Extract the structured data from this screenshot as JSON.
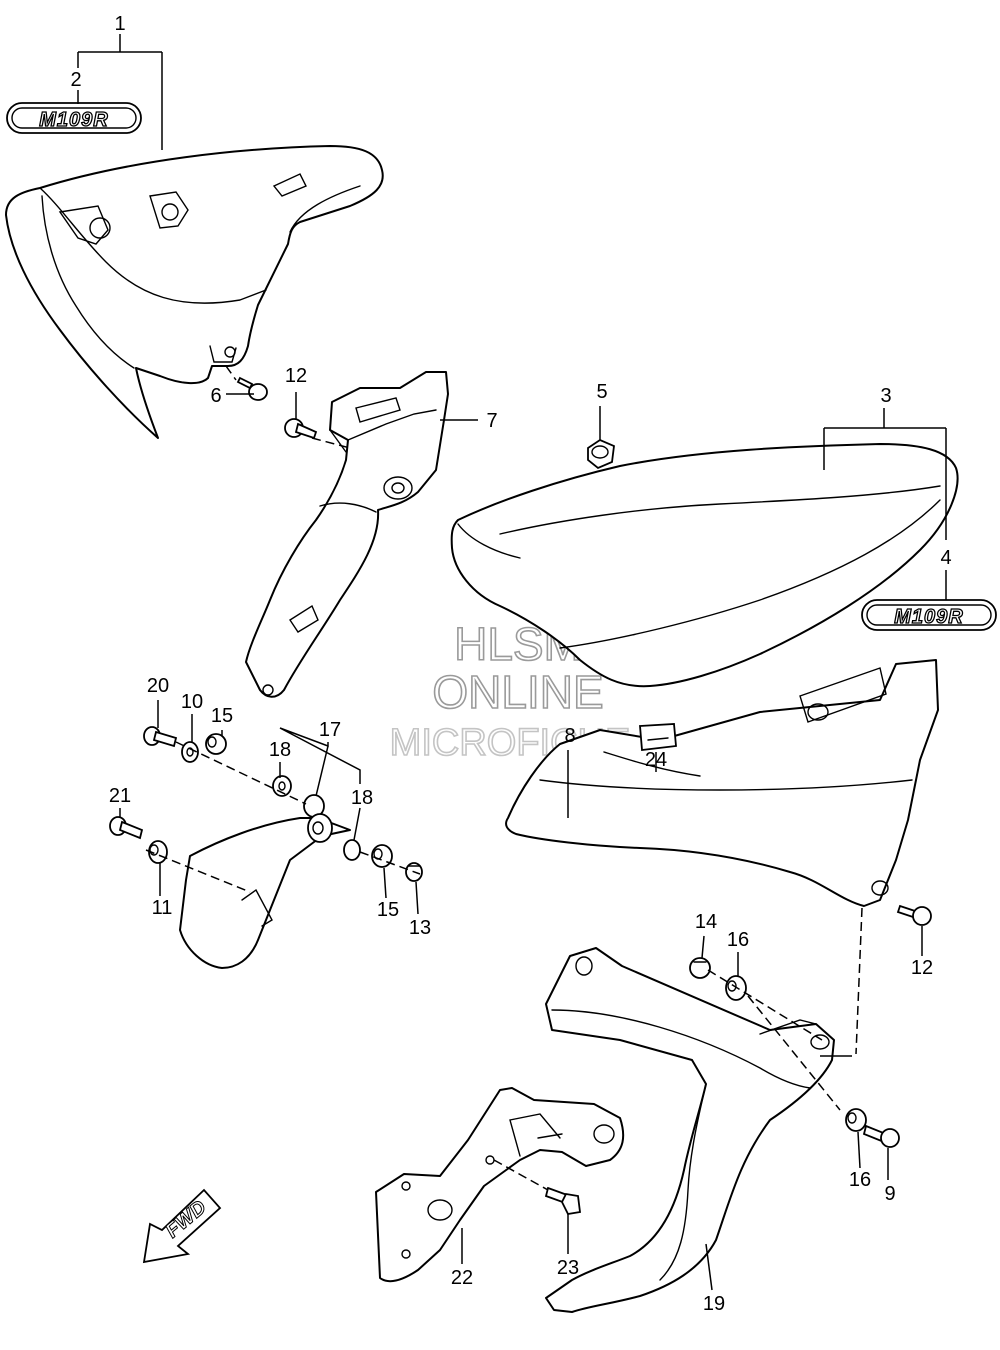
{
  "callouts": [
    {
      "id": "c1",
      "label": "1"
    },
    {
      "id": "c2",
      "label": "2"
    },
    {
      "id": "c3",
      "label": "3"
    },
    {
      "id": "c4",
      "label": "4"
    },
    {
      "id": "c5",
      "label": "5"
    },
    {
      "id": "c6",
      "label": "6"
    },
    {
      "id": "c7",
      "label": "7"
    },
    {
      "id": "c8",
      "label": "8"
    },
    {
      "id": "c9",
      "label": "9"
    },
    {
      "id": "c10",
      "label": "10"
    },
    {
      "id": "c11",
      "label": "11"
    },
    {
      "id": "c12a",
      "label": "12"
    },
    {
      "id": "c12b",
      "label": "12"
    },
    {
      "id": "c13",
      "label": "13"
    },
    {
      "id": "c14",
      "label": "14"
    },
    {
      "id": "c15a",
      "label": "15"
    },
    {
      "id": "c15b",
      "label": "15"
    },
    {
      "id": "c16a",
      "label": "16"
    },
    {
      "id": "c16b",
      "label": "16"
    },
    {
      "id": "c17",
      "label": "17"
    },
    {
      "id": "c18a",
      "label": "18"
    },
    {
      "id": "c18b",
      "label": "18"
    },
    {
      "id": "c19",
      "label": "19"
    },
    {
      "id": "c20",
      "label": "20"
    },
    {
      "id": "c21",
      "label": "21"
    },
    {
      "id": "c22",
      "label": "22"
    },
    {
      "id": "c23",
      "label": "23"
    },
    {
      "id": "c24",
      "label": "24"
    }
  ],
  "emblem_text": "M109R",
  "watermark": {
    "line1": "HLSM",
    "line2": "ONLINE",
    "line3": "MICROFICHE"
  },
  "fwd_label": "FWD"
}
